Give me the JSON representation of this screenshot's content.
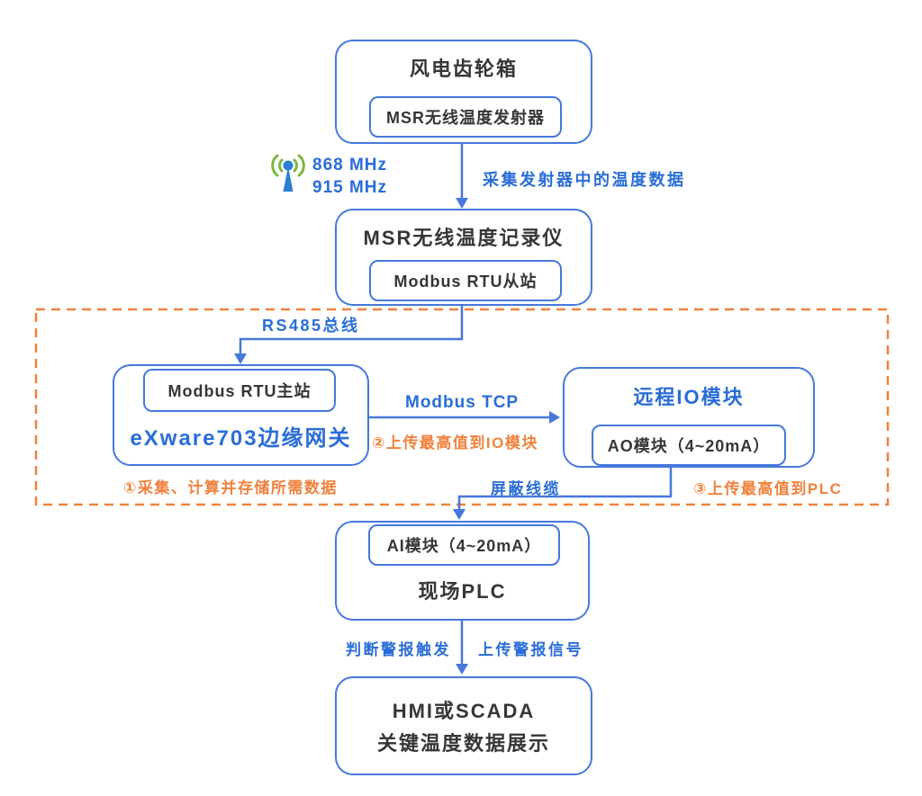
{
  "colors": {
    "box_border_blue": "#4678dd",
    "blue_text": "#2a6dd8",
    "orange": "#f0813c",
    "dark_text": "#363636",
    "antenna_blue": "#2b7fd4",
    "wave_green": "#7db83f",
    "background": "#ffffff"
  },
  "nodes": {
    "gearbox": {
      "title": "风电齿轮箱",
      "module": "MSR无线温度发射器"
    },
    "recorder": {
      "title": "MSR无线温度记录仪",
      "module": "Modbus RTU从站"
    },
    "gateway": {
      "title": "eXware703边缘网关",
      "module": "Modbus RTU主站",
      "note": "①采集、计算并存储所需数据"
    },
    "remote_io": {
      "title": "远程IO模块",
      "module": "AO模块（4~20mA）"
    },
    "plc": {
      "title": "现场PLC",
      "module": "AI模块（4~20mA）"
    },
    "hmi": {
      "title_line1": "HMI或SCADA",
      "title_line2": "关键温度数据展示"
    }
  },
  "links": {
    "wireless": {
      "freq_line1": "868 MHz",
      "freq_line2": "915 MHz",
      "label": "采集发射器中的温度数据"
    },
    "rs485": {
      "label": "RS485总线"
    },
    "modbus_tcp": {
      "label": "Modbus TCP",
      "note": "②上传最高值到IO模块"
    },
    "shielded_cable": {
      "label": "屏蔽线缆",
      "note": "③上传最高值到PLC"
    },
    "plc_to_hmi": {
      "label_left": "判断警报触发",
      "label_right": "上传警报信号"
    }
  }
}
